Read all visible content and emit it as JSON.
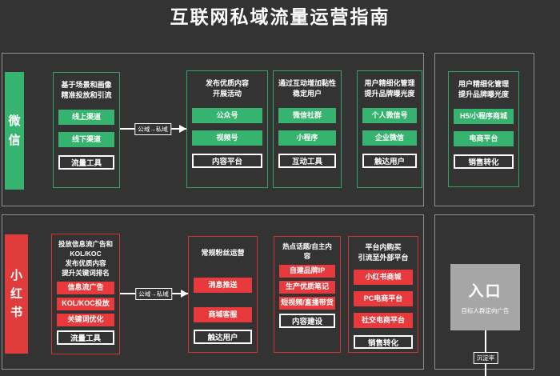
{
  "title": "互联网私域流量运营指南",
  "colors": {
    "background": "#333333",
    "wechat_green": "#36b36e",
    "xiaohongshu_red": "#e83a3c",
    "panel_border_gray": "#8f8f8f",
    "entry_gray": "#a6a6a6",
    "text_white": "#ffffff"
  },
  "wechat": {
    "platform": "微信",
    "flow_label": "公域→私域",
    "columns": [
      {
        "header": "基于场景和画像\n精准投放和引流",
        "items": [
          "线上渠道",
          "线下渠道"
        ],
        "tool": "流量工具"
      },
      {
        "header": "发布优质内容\n开展活动",
        "items": [
          "公众号",
          "视频号"
        ],
        "tool": "内容平台"
      },
      {
        "header": "通过互动增加黏性\n稳定用户",
        "items": [
          "微信社群",
          "小程序"
        ],
        "tool": "互动工具"
      },
      {
        "header": "用户精细化管理\n提升品牌曝光度",
        "items": [
          "个人微信号",
          "企业微信"
        ],
        "tool": "触达用户"
      },
      {
        "header": "用户精细化管理\n提升品牌曝光度",
        "items": [
          "H5/小程序商城",
          "电商平台"
        ],
        "tool": "销售转化"
      }
    ]
  },
  "xiaohongshu": {
    "platform": "小红书",
    "flow_label": "公域→私域",
    "columns": [
      {
        "header": "投放信息流广告和\nKOL/KOC\n发布优质内容\n提升关键词排名",
        "items": [
          "信息流广告",
          "KOL/KOC投放",
          "关键词优化"
        ],
        "tool": "流量工具"
      },
      {
        "header": "常规粉丝运营",
        "items": [
          "消息推送",
          "商城客服"
        ],
        "tool": "触达用户"
      },
      {
        "header": "热点话题/自主内容",
        "items": [
          "自建品牌IP",
          "生产优质笔记",
          "短视频/直播带货"
        ],
        "tool": "内容建设"
      },
      {
        "header": "平台内购买\n引流至外部平台",
        "items": [
          "小红书商城",
          "PC电商平台",
          "社交电商平台"
        ],
        "tool": "销售转化"
      }
    ],
    "entry": {
      "title": "入口",
      "subtitle": "目标人群定向广告",
      "metric_label": "沉淀率"
    }
  }
}
